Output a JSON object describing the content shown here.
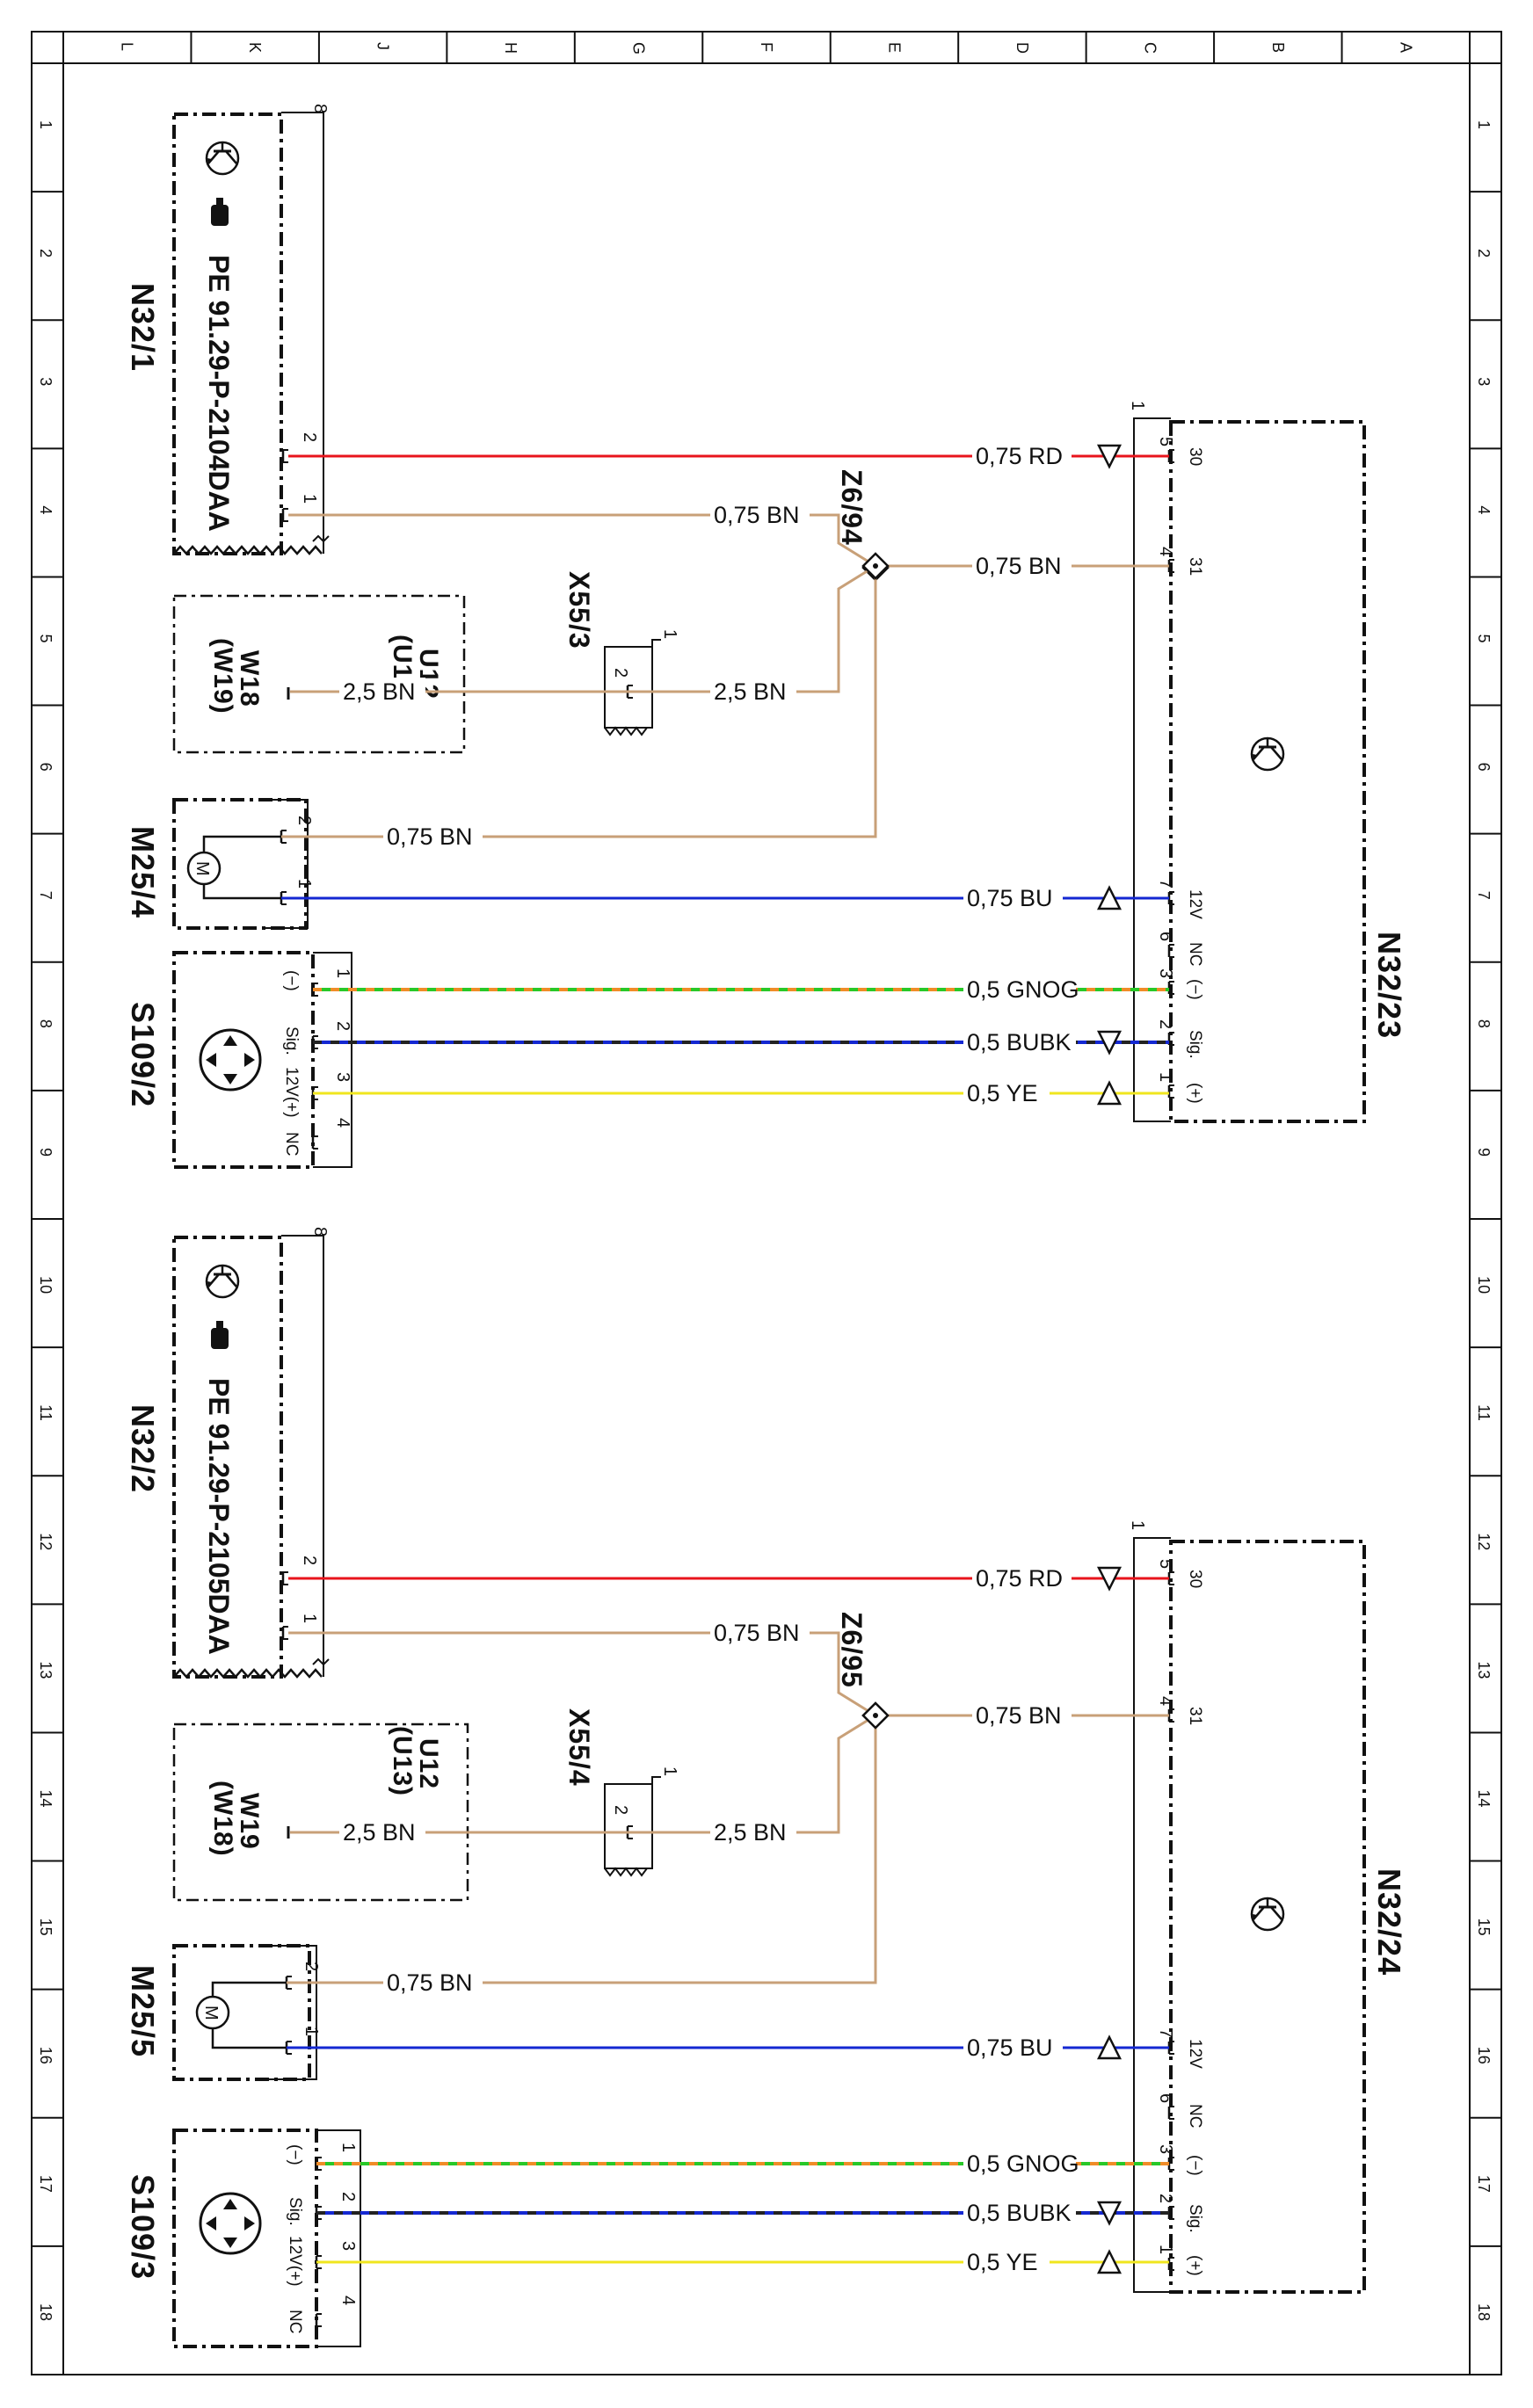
{
  "frame": {
    "column_labels": [
      "L",
      "K",
      "J",
      "H",
      "G",
      "F",
      "E",
      "D",
      "C",
      "B",
      "A"
    ],
    "row_labels": [
      "1",
      "2",
      "3",
      "4",
      "5",
      "6",
      "7",
      "8",
      "9",
      "10",
      "11",
      "12",
      "13",
      "14",
      "15",
      "16",
      "17",
      "18"
    ]
  },
  "colors": {
    "RD": "#e8141c",
    "BN": "#c8a078",
    "BU": "#1428d2",
    "GN": "#28c828",
    "OG": "#f08c28",
    "BK": "#222222",
    "YE": "#f0e61e"
  },
  "halves": [
    {
      "ctrl_unit": {
        "designation": "N32/1",
        "ref": "PE 91.29-P-2104DAA",
        "connector_no": "8",
        "pins": [
          "2",
          "1"
        ]
      },
      "ground_point": {
        "designation": "Z6/94"
      },
      "connector": {
        "designation": "X55/3",
        "number": "1",
        "pin": "2"
      },
      "ground_box": {
        "line1": "U12",
        "line2": "(U13)",
        "wire1": "W18",
        "wire2": "(W19)"
      },
      "motor": {
        "designation": "M25/4",
        "symbol": "M",
        "pins": [
          "2",
          "1"
        ]
      },
      "sensor": {
        "designation": "S109/2",
        "terms": [
          "(−)",
          "Sig.",
          "12V(+)",
          "NC"
        ],
        "pins": [
          "1",
          "2",
          "3",
          "4"
        ]
      },
      "module": {
        "designation": "N32/23",
        "connector_no": "1",
        "pins": [
          "5",
          "4",
          "7",
          "6",
          "3",
          "2",
          "1"
        ],
        "terms": [
          "30",
          "31",
          "12V",
          "NC",
          "(−)",
          "Sig.",
          "(+)"
        ]
      },
      "wires": [
        {
          "label": "0,75 RD",
          "color": "RD"
        },
        {
          "label": "0,75 BN",
          "color": "BN"
        },
        {
          "label": "0,75 BN",
          "color": "BN"
        },
        {
          "label": "2,5 BN",
          "color": "BN"
        },
        {
          "label": "2,5 BN",
          "color": "BN"
        },
        {
          "label": "0,75 BN",
          "color": "BN"
        },
        {
          "label": "0,75 BU",
          "color": "BU"
        },
        {
          "label": "0,5 GNOG",
          "color": "GN",
          "stripe": "OG"
        },
        {
          "label": "0,5 BUBK",
          "color": "BU",
          "stripe": "BK"
        },
        {
          "label": "0,5 YE",
          "color": "YE"
        }
      ]
    },
    {
      "ctrl_unit": {
        "designation": "N32/2",
        "ref": "PE 91.29-P-2105DAA",
        "connector_no": "8",
        "pins": [
          "2",
          "1"
        ]
      },
      "ground_point": {
        "designation": "Z6/95"
      },
      "connector": {
        "designation": "X55/4",
        "number": "1",
        "pin": "2"
      },
      "ground_box": {
        "line1": "U12",
        "line2": "(U13)",
        "wire1": "W19",
        "wire2": "(W18)"
      },
      "motor": {
        "designation": "M25/5",
        "symbol": "M",
        "pins": [
          "2",
          "1"
        ]
      },
      "sensor": {
        "designation": "S109/3",
        "terms": [
          "(−)",
          "Sig.",
          "12V(+)",
          "NC"
        ],
        "pins": [
          "1",
          "2",
          "3",
          "4"
        ]
      },
      "module": {
        "designation": "N32/24",
        "connector_no": "1",
        "pins": [
          "5",
          "4",
          "7",
          "6",
          "3",
          "2",
          "1"
        ],
        "terms": [
          "30",
          "31",
          "12V",
          "NC",
          "(−)",
          "Sig.",
          "(+)"
        ]
      },
      "wires": [
        {
          "label": "0,75 RD",
          "color": "RD"
        },
        {
          "label": "0,75 BN",
          "color": "BN"
        },
        {
          "label": "0,75 BN",
          "color": "BN"
        },
        {
          "label": "2,5 BN",
          "color": "BN"
        },
        {
          "label": "2,5 BN",
          "color": "BN"
        },
        {
          "label": "0,75 BN",
          "color": "BN"
        },
        {
          "label": "0,75 BU",
          "color": "BU"
        },
        {
          "label": "0,5 GNOG",
          "color": "GN",
          "stripe": "OG"
        },
        {
          "label": "0,5 BUBK",
          "color": "BU",
          "stripe": "BK"
        },
        {
          "label": "0,5 YE",
          "color": "YE"
        }
      ]
    }
  ]
}
